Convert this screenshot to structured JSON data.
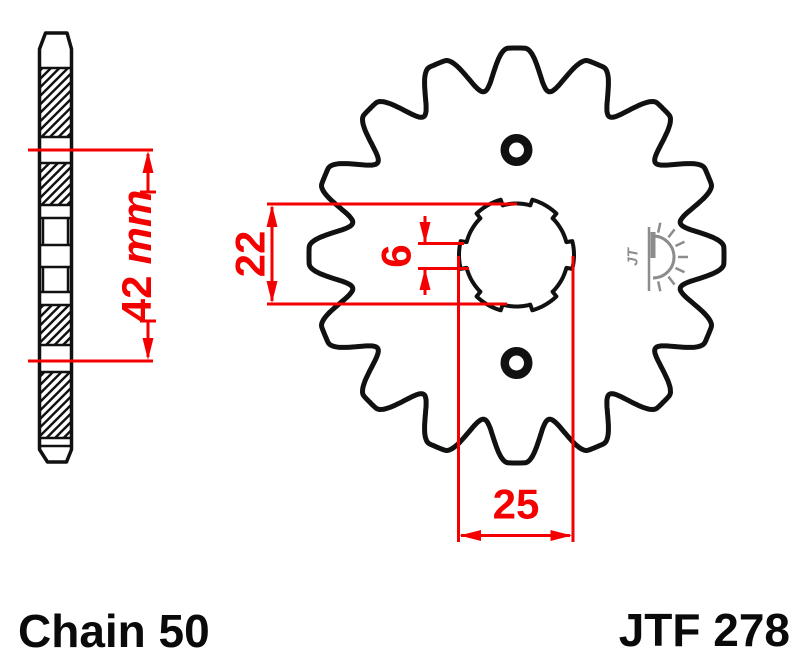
{
  "drawing": {
    "chain_size": "Chain 50",
    "part_number": "JTF 278",
    "logo_text": "JT",
    "dimensions": {
      "overall_width": {
        "value": "42",
        "unit": "mm"
      },
      "spline_inner_diameter": {
        "value": "22"
      },
      "spline_groove_width": {
        "value": "6"
      },
      "bore_diameter": {
        "value": "25"
      }
    },
    "colors": {
      "dimension_red": "#f40000",
      "outline_black": "#111111",
      "logo_gray": "#8c8c8c"
    }
  }
}
